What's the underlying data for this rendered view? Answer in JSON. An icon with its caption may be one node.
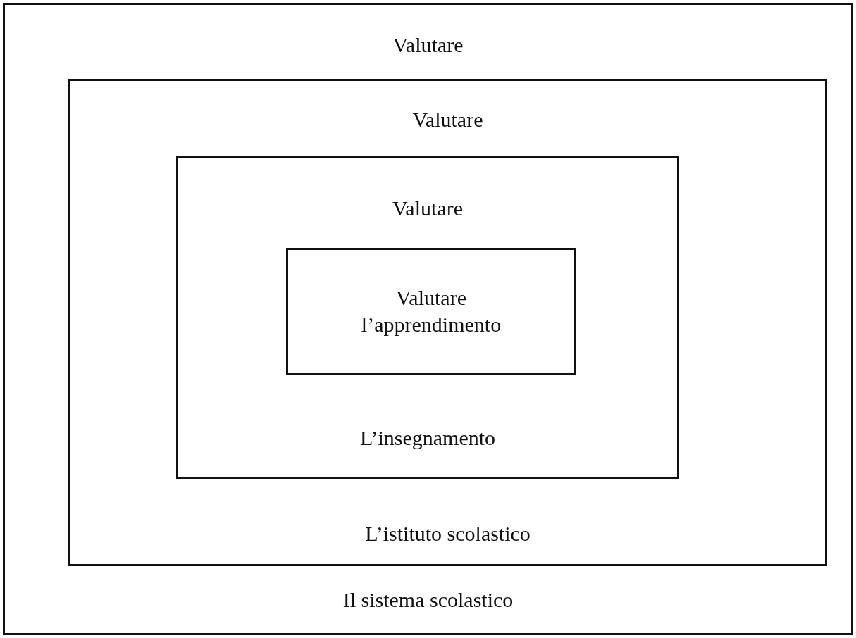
{
  "diagram": {
    "nodes": [
      {
        "text": [
          "Valutare",
          "Il sistema scolastico"
        ]
      },
      {
        "text": [
          "Valutare",
          "L’istituto scolastico"
        ],
        "in": 0
      },
      {
        "text": [
          "Valutare",
          "L’insegnamento"
        ],
        "in": 1
      },
      {
        "text": [
          "Valutare l’apprendimento"
        ],
        "in": 2
      }
    ]
  }
}
